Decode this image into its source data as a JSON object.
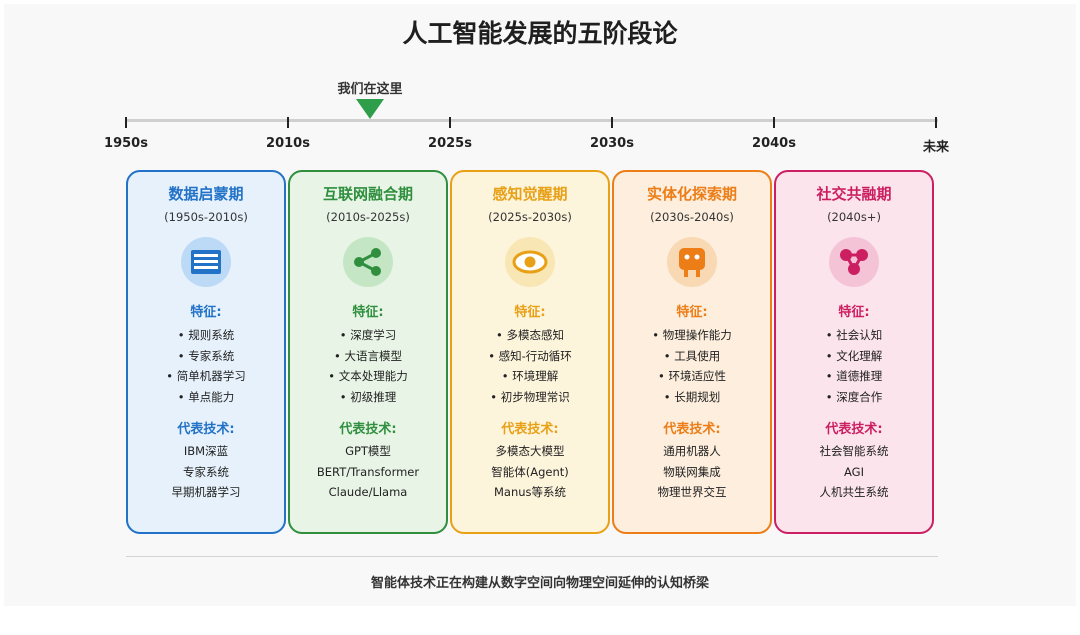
{
  "title": "人工智能发展的五阶段论",
  "marker_label": "我们在这里",
  "timeline_labels": [
    "1950s",
    "2010s",
    "2025s",
    "2030s",
    "2040s",
    "未来"
  ],
  "stages": [
    {
      "title": "数据启蒙期",
      "period": "(1950s-2010s)",
      "color": "#2272c8",
      "bg": "#e6f1fb",
      "icon_bg": "#bcdaf5",
      "icon": "server-icon",
      "features_heading": "特征:",
      "features": [
        "规则系统",
        "专家系统",
        "简单机器学习",
        "单点能力"
      ],
      "tech_heading": "代表技术:",
      "tech": [
        "IBM深蓝",
        "专家系统",
        "早期机器学习"
      ]
    },
    {
      "title": "互联网融合期",
      "period": "(2010s-2025s)",
      "color": "#2f8f3e",
      "bg": "#e8f5e6",
      "icon_bg": "#c5e6c4",
      "icon": "share-icon",
      "features_heading": "特征:",
      "features": [
        "深度学习",
        "大语言模型",
        "文本处理能力",
        "初级推理"
      ],
      "tech_heading": "代表技术:",
      "tech": [
        "GPT模型",
        "BERT/Transformer",
        "Claude/Llama"
      ]
    },
    {
      "title": "感知觉醒期",
      "period": "(2025s-2030s)",
      "color": "#e8a016",
      "bg": "#fdf4dc",
      "icon_bg": "#f9e6b5",
      "icon": "eye-icon",
      "features_heading": "特征:",
      "features": [
        "多模态感知",
        "感知-行动循环",
        "环境理解",
        "初步物理常识"
      ],
      "tech_heading": "代表技术:",
      "tech": [
        "多模态大模型",
        "智能体(Agent)",
        "Manus等系统"
      ]
    },
    {
      "title": "实体化探索期",
      "period": "(2030s-2040s)",
      "color": "#ec7d17",
      "bg": "#fdeedd",
      "icon_bg": "#f9d8b4",
      "icon": "robot-icon",
      "features_heading": "特征:",
      "features": [
        "物理操作能力",
        "工具使用",
        "环境适应性",
        "长期规划"
      ],
      "tech_heading": "代表技术:",
      "tech": [
        "通用机器人",
        "物联网集成",
        "物理世界交互"
      ]
    },
    {
      "title": "社交共融期",
      "period": "(2040s+)",
      "color": "#cc1f62",
      "bg": "#fbe4ec",
      "icon_bg": "#f4c4d6",
      "icon": "social-network-icon",
      "features_heading": "特征:",
      "features": [
        "社会认知",
        "文化理解",
        "道德推理",
        "深度合作"
      ],
      "tech_heading": "代表技术:",
      "tech": [
        "社会智能系统",
        "AGI",
        "人机共生系统"
      ]
    }
  ],
  "footer": "智能体技术正在构建从数字空间向物理空间延伸的认知桥梁"
}
